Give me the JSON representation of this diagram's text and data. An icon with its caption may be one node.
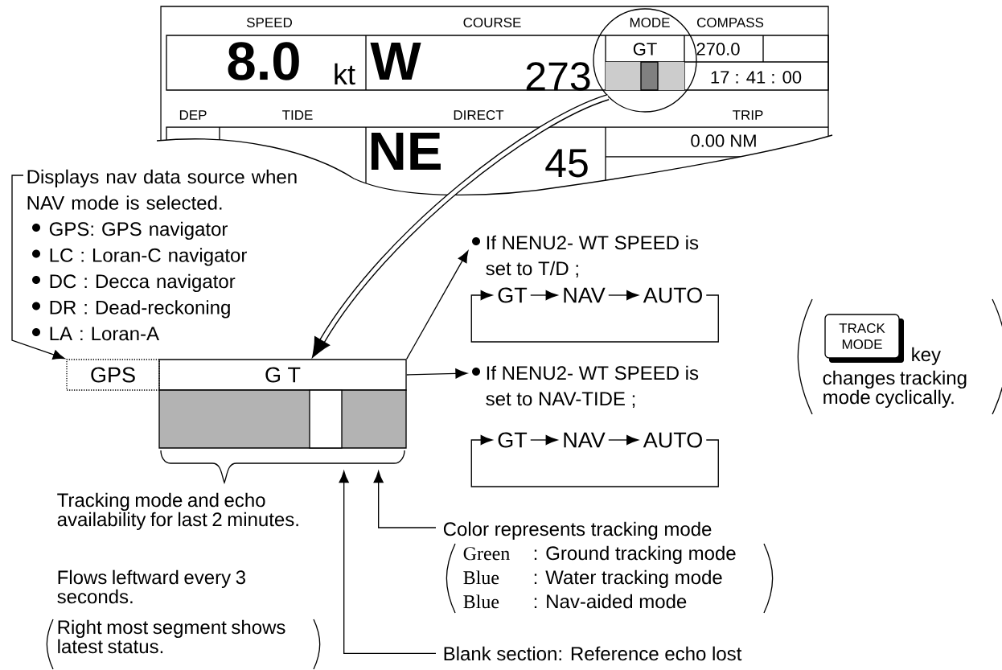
{
  "diagram": {
    "nodes": [
      {
        "text": [
          "Displays nav data source when NAV mode is selected.",
          "GPS: GPS navigator",
          "LC : Loran-C navigator",
          "DC : Decca navigator",
          "DR : Dead-reckoning",
          "LA : Loran-A"
        ]
      },
      {
        "text": [],
        "shape": "circle"
      },
      {
        "text": [
          "GPS"
        ]
      },
      {
        "text": [
          "G T"
        ]
      },
      {
        "text": [],
        "shape": "bar"
      },
      {
        "text": [],
        "shape": "box",
        "in": 4
      },
      {
        "text": [
          "If NENU2- WT SPEED is set to T/D ;"
        ]
      },
      {
        "text": [
          "GT"
        ]
      },
      {
        "text": [
          "NAV"
        ]
      },
      {
        "text": [
          "AUTO"
        ]
      },
      {
        "text": [
          "If NENU2- WT SPEED is set to NAV-TIDE ;"
        ]
      },
      {
        "text": [
          "GT"
        ]
      },
      {
        "text": [
          "NAV"
        ]
      },
      {
        "text": [
          "AUTO"
        ]
      },
      {
        "text": [
          "Color represents tracking mode",
          "Green",
          ": Ground tracking mode",
          "Blue",
          ": Water tracking mode",
          "Blue",
          ": Nav-aided mode"
        ]
      },
      {
        "text": [
          "Blank section: Reference echo lost"
        ]
      },
      {
        "text": [
          "TRACK MODE"
        ],
        "beside": [
          "key"
        ]
      }
    ],
    "edges": [
      {
        "from": 0,
        "to": 2,
        "arrow": "to"
      },
      {
        "from": 1,
        "to": 3,
        "arrow": "to",
        "style": "thick"
      },
      {
        "from": 3,
        "to": 6,
        "arrow": "to"
      },
      {
        "from": 3,
        "to": 10,
        "arrow": "to"
      },
      {
        "from": 7,
        "to": 8,
        "arrow": "to"
      },
      {
        "from": 8,
        "to": 9,
        "arrow": "to"
      },
      {
        "from": 9,
        "to": 7,
        "arrow": "to"
      },
      {
        "from": 11,
        "to": 12,
        "arrow": "to"
      },
      {
        "from": 12,
        "to": 13,
        "arrow": "to"
      },
      {
        "from": 13,
        "to": 11,
        "arrow": "to"
      },
      {
        "from": 14,
        "to": 4,
        "arrow": "to"
      },
      {
        "from": 15,
        "to": 5,
        "arrow": "to"
      }
    ],
    "labels": [
      "SPEED",
      "COURSE",
      "MODE",
      "COMPASS",
      "8.0",
      "kt",
      "W",
      "273",
      "GT",
      "270.0",
      "17 : 41 : 00",
      "DEP",
      "TIDE",
      "DIRECT",
      "TRIP",
      "0.00 NM",
      "NE",
      "45",
      "Tracking mode and echo availability for last 2 minutes.",
      "Flows leftward every 3 seconds.",
      "Right most segment shows latest status.",
      "changes tracking mode cyclically."
    ]
  }
}
